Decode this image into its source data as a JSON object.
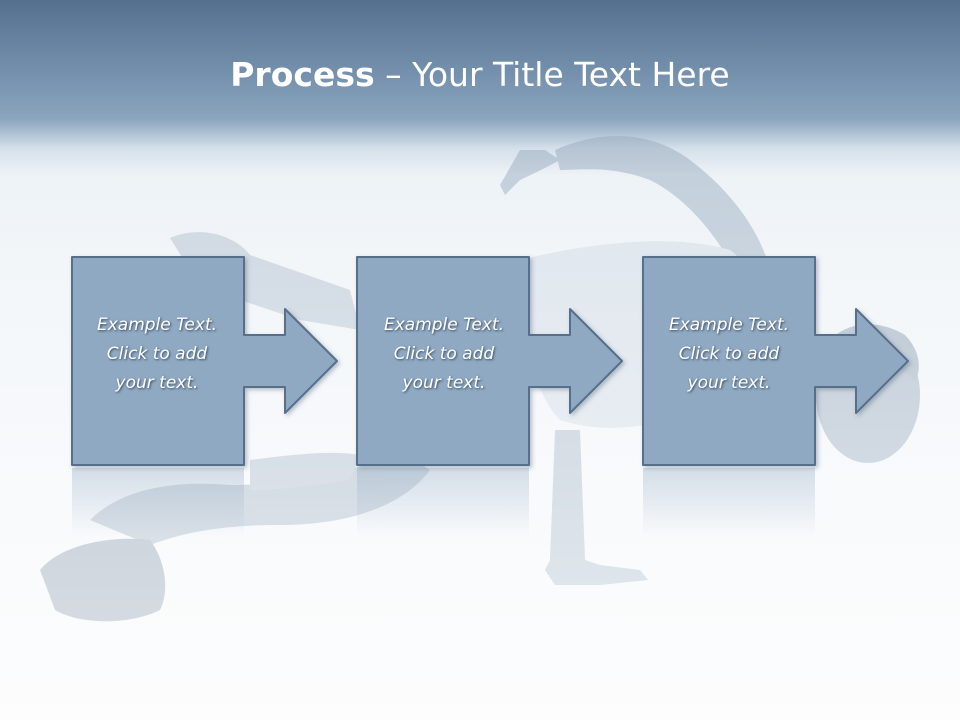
{
  "slide": {
    "title_bold": "Process",
    "title_rest": " – Your Title Text Here"
  },
  "steps": [
    {
      "line1": "Example Text.",
      "line2": "Click  to add",
      "line3": "your text."
    },
    {
      "line1": "Example Text.",
      "line2": "Click  to add",
      "line3": "your text."
    },
    {
      "line1": "Example Text.",
      "line2": "Click  to add",
      "line3": "your text."
    }
  ],
  "colors": {
    "header": "#6a88a6",
    "box_fill": "#8fa9c2",
    "box_stroke": "#56708c",
    "text": "#ffffff"
  }
}
